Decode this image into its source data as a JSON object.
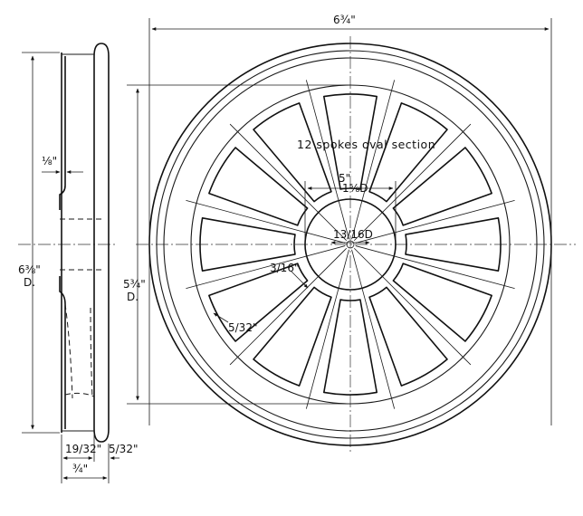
{
  "labels": {
    "overall_diameter": "6¾\"",
    "spokes_note": "12 spokes oval section",
    "rim_thickness": "⅛\"",
    "rim_diameter": "6⅜\"",
    "rim_diameter_suffix": "D.",
    "inner_diameter": "5¾\"",
    "inner_diameter_suffix": "D.",
    "hub_diameter": "1⅝D.",
    "hub_diameter_top": "5\"",
    "bore_diameter": "13/16D",
    "spoke_width": "3/16\"",
    "spoke_root": "5/32\"",
    "hub_length": "19/32\"",
    "flange_thickness": "5/32\"",
    "total_width": "¾\""
  },
  "diagram": {
    "spoke_count": 12,
    "colors": {
      "ink": "#111111",
      "paper": "#ffffff"
    }
  }
}
